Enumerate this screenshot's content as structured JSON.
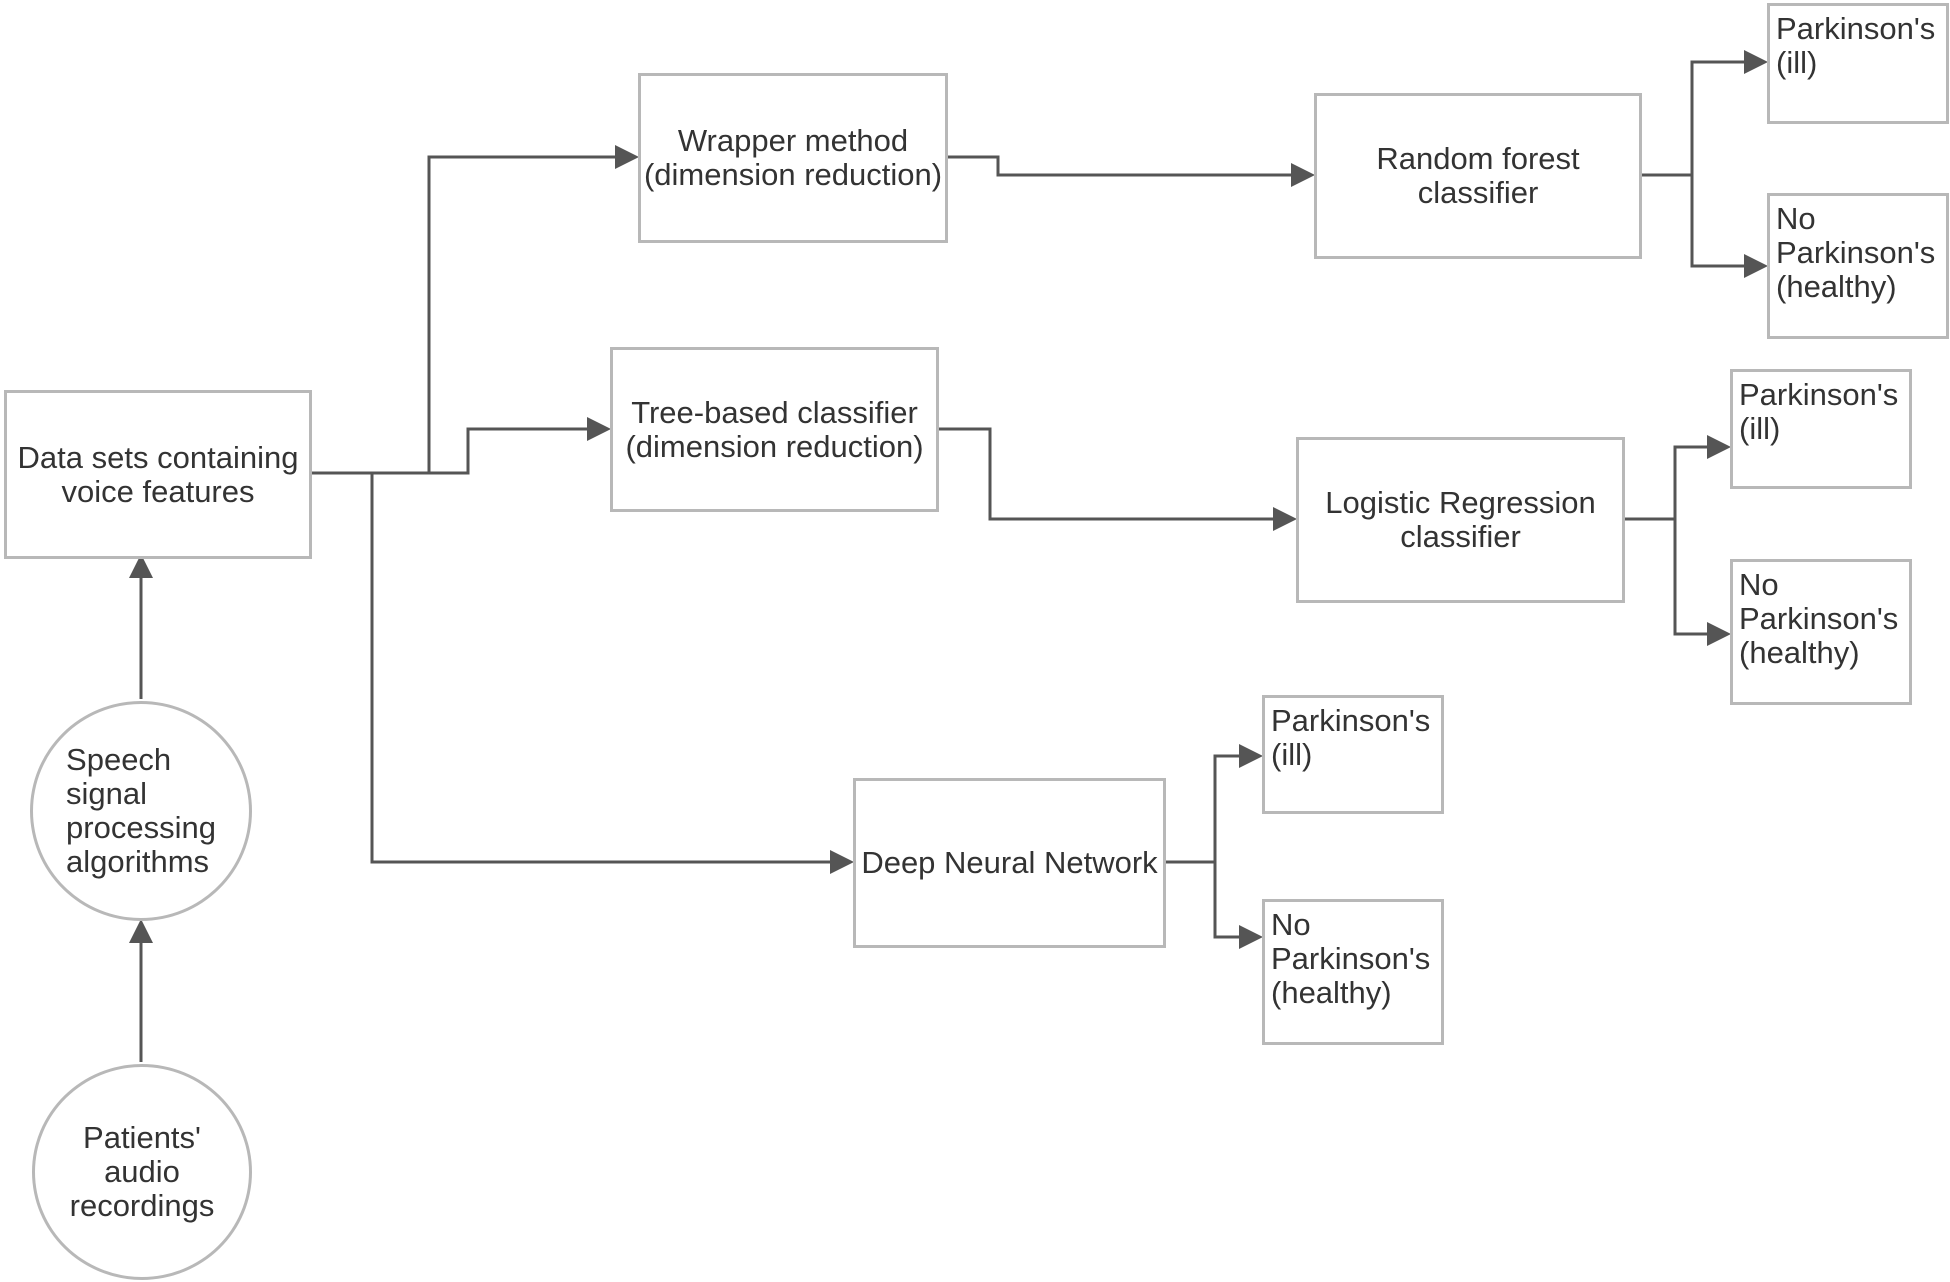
{
  "colors": {
    "stroke": "#555555",
    "box_border": "#b8b8b8",
    "text": "#333333",
    "background": "#ffffff"
  },
  "nodes": {
    "audio": "Patients'\naudio\nrecordings",
    "speech": "Speech\nsignal\nprocessing\nalgorithms",
    "datasets": "Data sets containing\nvoice features",
    "wrapper": "Wrapper method\n(dimension reduction)",
    "tree": "Tree-based classifier\n(dimension reduction)",
    "random_forest": "Random forest\nclassifier",
    "logistic": "Logistic Regression\nclassifier",
    "dnn": "Deep Neural Network"
  },
  "outcomes": {
    "rf_ill": "Parkinson's\n(ill)",
    "rf_healthy": "No\nParkinson's\n(healthy)",
    "lr_ill": "Parkinson's\n(ill)",
    "lr_healthy": "No\nParkinson's\n(healthy)",
    "dnn_ill": "Parkinson's\n(ill)",
    "dnn_healthy": "No\nParkinson's\n(healthy)"
  }
}
